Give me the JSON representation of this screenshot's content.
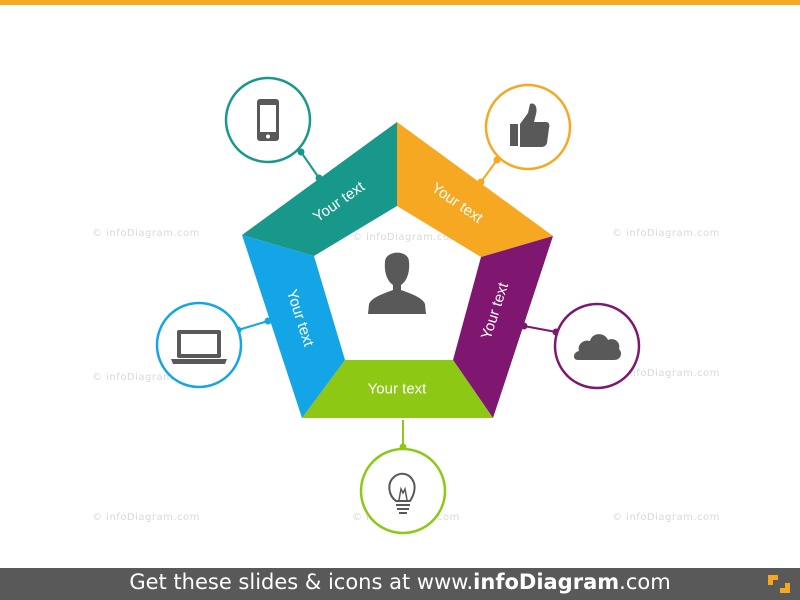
{
  "segments": [
    {
      "label": "Your text",
      "color": "#18988B"
    },
    {
      "label": "Your text",
      "color": "#F7A823"
    },
    {
      "label": "Your text",
      "color": "#7F1670"
    },
    {
      "label": "Your text",
      "color": "#8CC814"
    },
    {
      "label": "Your text",
      "color": "#14A5E6"
    }
  ],
  "icons": [
    "smartphone-icon",
    "thumbs-up-icon",
    "cloud-icon",
    "lightbulb-icon",
    "laptop-icon"
  ],
  "center_icon": "person-icon",
  "watermark": "© infoDiagram.com",
  "footer": {
    "prefix": "Get these slides & icons at www.",
    "brand": "infoDiagram",
    "suffix": ".com"
  },
  "colors": {
    "top_bar": "#F7A823",
    "footer_bg": "#595959",
    "icon_gray": "#595959"
  }
}
